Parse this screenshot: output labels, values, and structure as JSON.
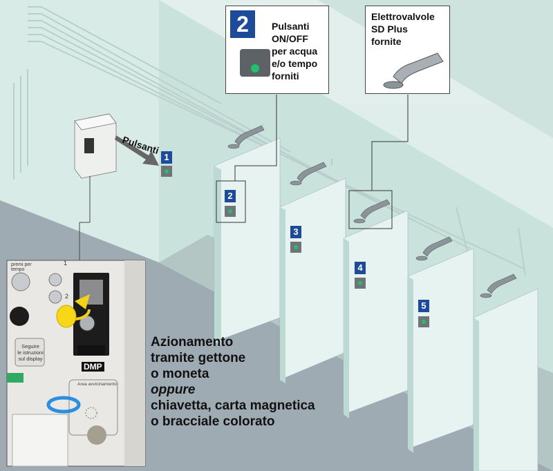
{
  "callout_pulsanti": {
    "number": "2",
    "lines": [
      "Pulsanti",
      "ON/OFF",
      "per acqua",
      "e/o tempo",
      "forniti"
    ]
  },
  "callout_valves": {
    "lines": [
      "Elettrovalvole",
      "SD Plus",
      "fornite"
    ]
  },
  "pulsanti_label": "Pulsanti",
  "showers": [
    "1",
    "2",
    "3",
    "4",
    "5"
  ],
  "panel": {
    "numbers": [
      "1",
      "2"
    ],
    "text_top": "premi per",
    "text_top2": "tempo",
    "side_text": [
      "Seguire",
      "le istruzioni",
      "sul display"
    ],
    "area_label": "Area avvicinamento",
    "brand": "DMP"
  },
  "caption": {
    "line1": "Azionamento",
    "line2": "tramite gettone",
    "line3": "o moneta",
    "line4": "oppure",
    "line5": "chiavetta, carta magnetica",
    "line6": "o bracciale colorato"
  },
  "colors": {
    "badge_blue": "#1e4a9a",
    "button_green": "#22c06a",
    "wall": "#cfe6df",
    "floor_gray": "#9fabb3"
  }
}
